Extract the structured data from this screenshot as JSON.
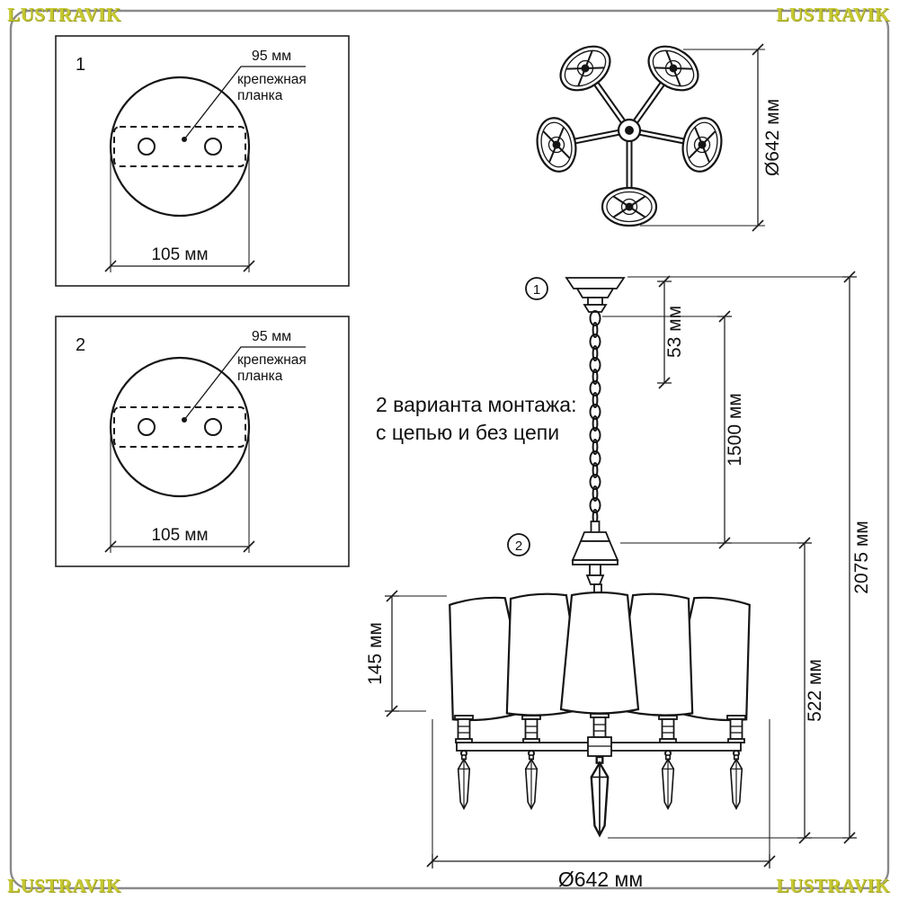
{
  "watermark": {
    "text": "LUSTRAVIK"
  },
  "colors": {
    "line": "#151515",
    "watermark": "#c6c832"
  },
  "panel1": {
    "number": "1",
    "dim_plate": "95 мм",
    "plate_line1": "крепежная",
    "plate_line2": "планка",
    "dim_width": "105 мм"
  },
  "panel2": {
    "number": "2",
    "dim_plate": "95 мм",
    "plate_line1": "крепежная",
    "plate_line2": "планка",
    "dim_width": "105 мм"
  },
  "top_view": {
    "diameter": "Ø642 мм"
  },
  "side_view": {
    "note_line1": "2 варианта монтажа:",
    "note_line2": "с цепью и без цепи",
    "marker1": "1",
    "marker2": "2",
    "dim_canopy": "53 мм",
    "dim_chain": "1500 мм",
    "dim_total": "2075 мм",
    "dim_fixture": "522 мм",
    "dim_shade": "145 мм",
    "dim_diameter": "Ø642 мм"
  }
}
